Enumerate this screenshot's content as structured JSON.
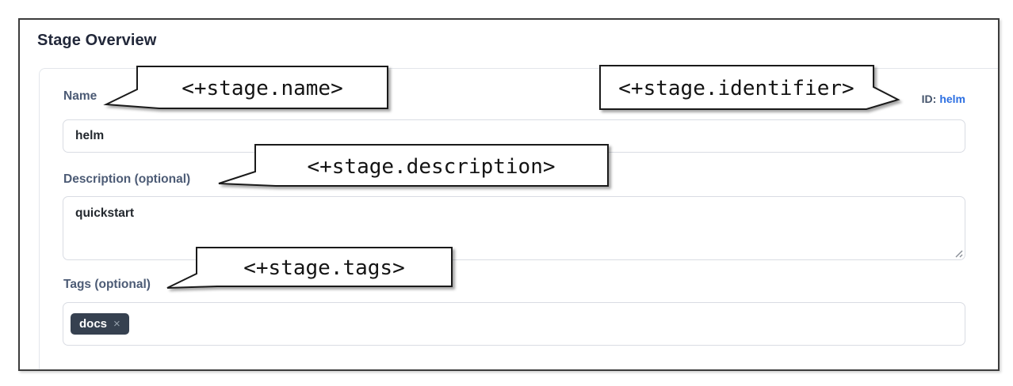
{
  "section": {
    "title": "Stage Overview"
  },
  "form": {
    "name": {
      "label": "Name",
      "value": "helm"
    },
    "identifier": {
      "label": "ID:",
      "value": "helm"
    },
    "description": {
      "label": "Description (optional)",
      "value": "quickstart"
    },
    "tags": {
      "label": "Tags (optional)",
      "chips": [
        {
          "label": "docs",
          "close_glyph": "×"
        }
      ]
    }
  },
  "callouts": {
    "name": {
      "text": "<+stage.name>"
    },
    "identifier": {
      "text": "<+stage.identifier>"
    },
    "description": {
      "text": "<+stage.description>"
    },
    "tags": {
      "text": "<+stage.tags>"
    }
  },
  "colors": {
    "frame_border": "#3c3c3c",
    "card_border": "#e3e6eb",
    "label_slate": "#4c5b75",
    "link_blue": "#2c6fe2",
    "chip_background": "#364150",
    "callout_border": "#1a1a1a"
  }
}
